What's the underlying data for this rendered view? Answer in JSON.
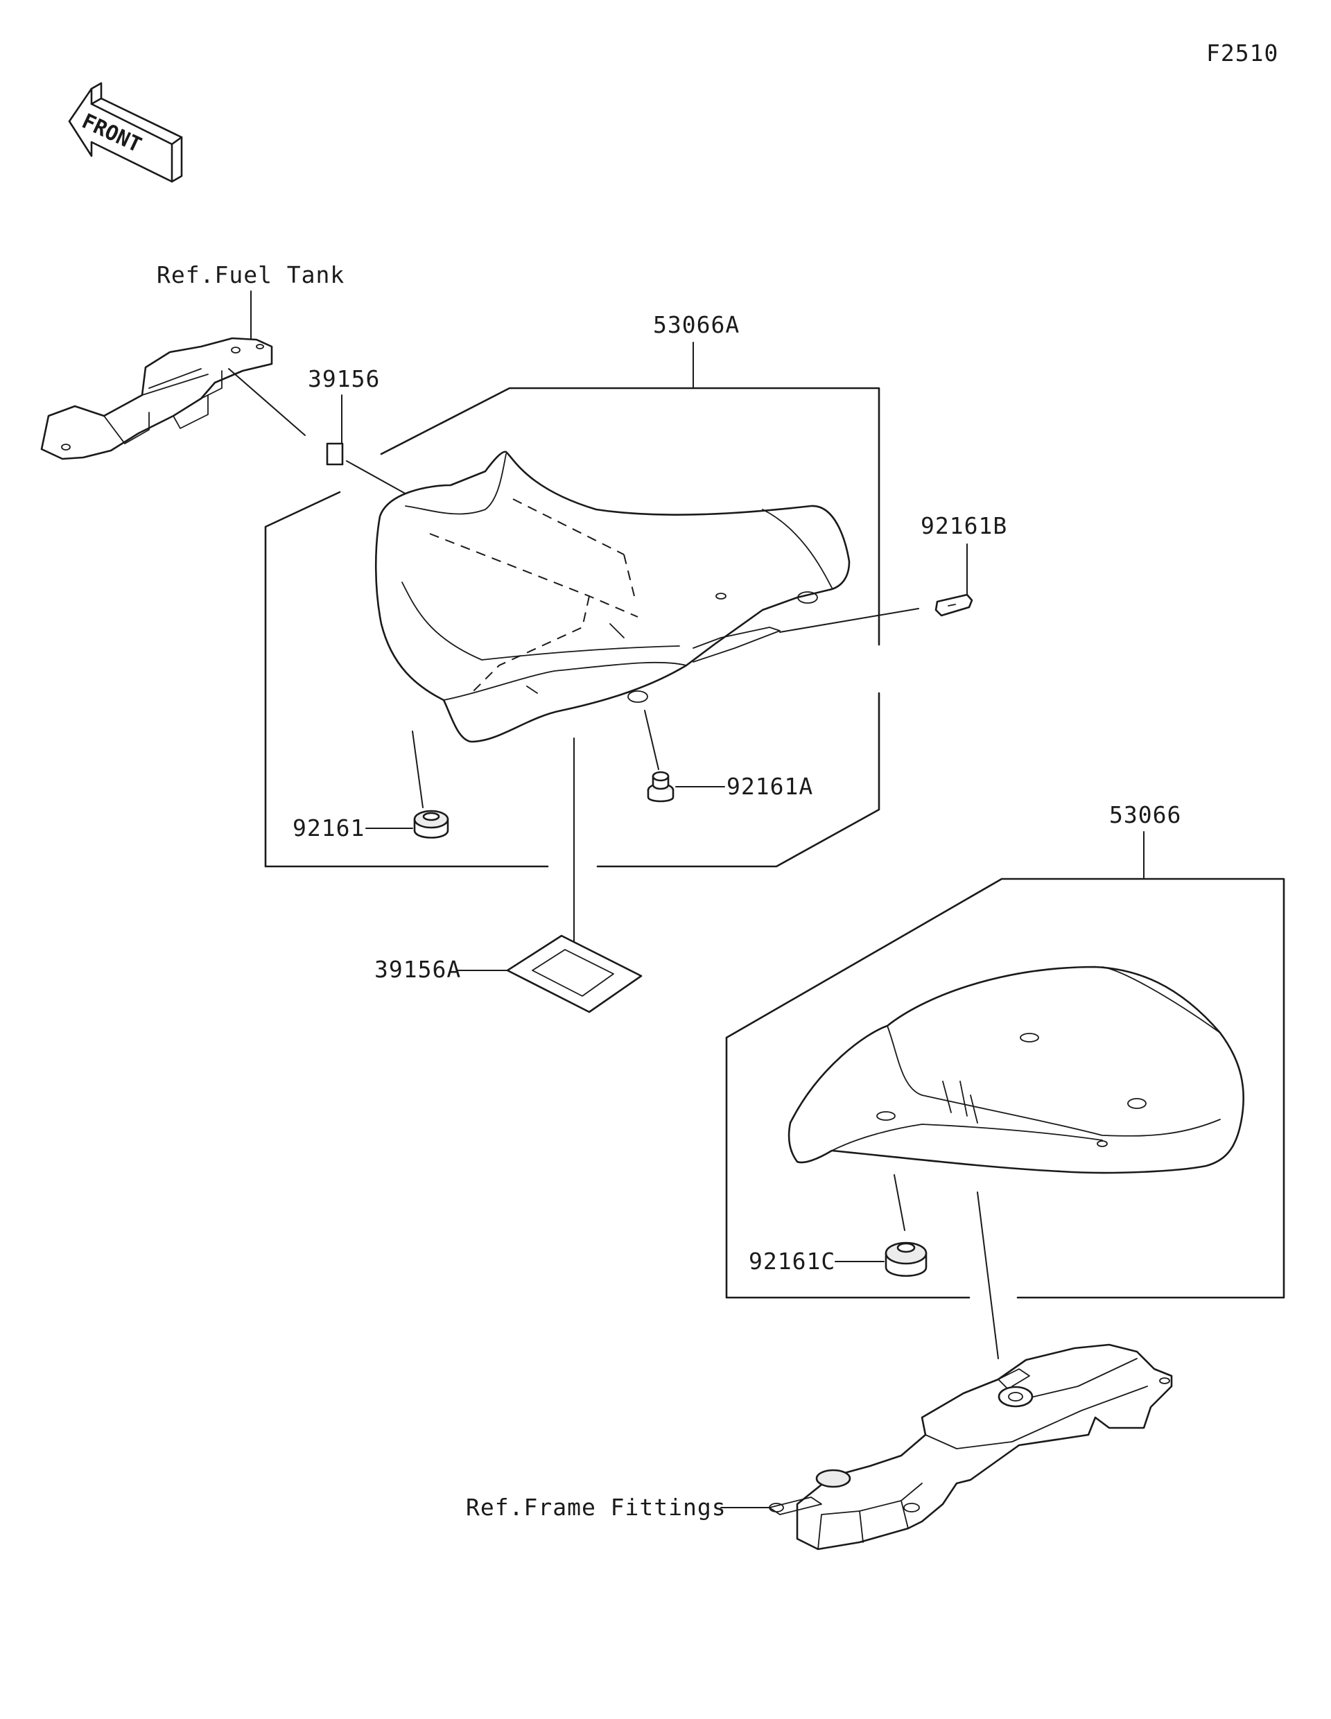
{
  "diagram_code": "F2510",
  "front_arrow_label": "FRONT",
  "references": {
    "fuel_tank": "Ref.Fuel Tank",
    "frame_fittings": "Ref.Frame Fittings"
  },
  "part_numbers": {
    "seat_assembly_front": "53066A",
    "seat_assembly_rear": "53066",
    "emblem": "39156",
    "emblem_a": "39156A",
    "damper": "92161",
    "damper_a": "92161A",
    "damper_b": "92161B",
    "damper_c": "92161C"
  }
}
